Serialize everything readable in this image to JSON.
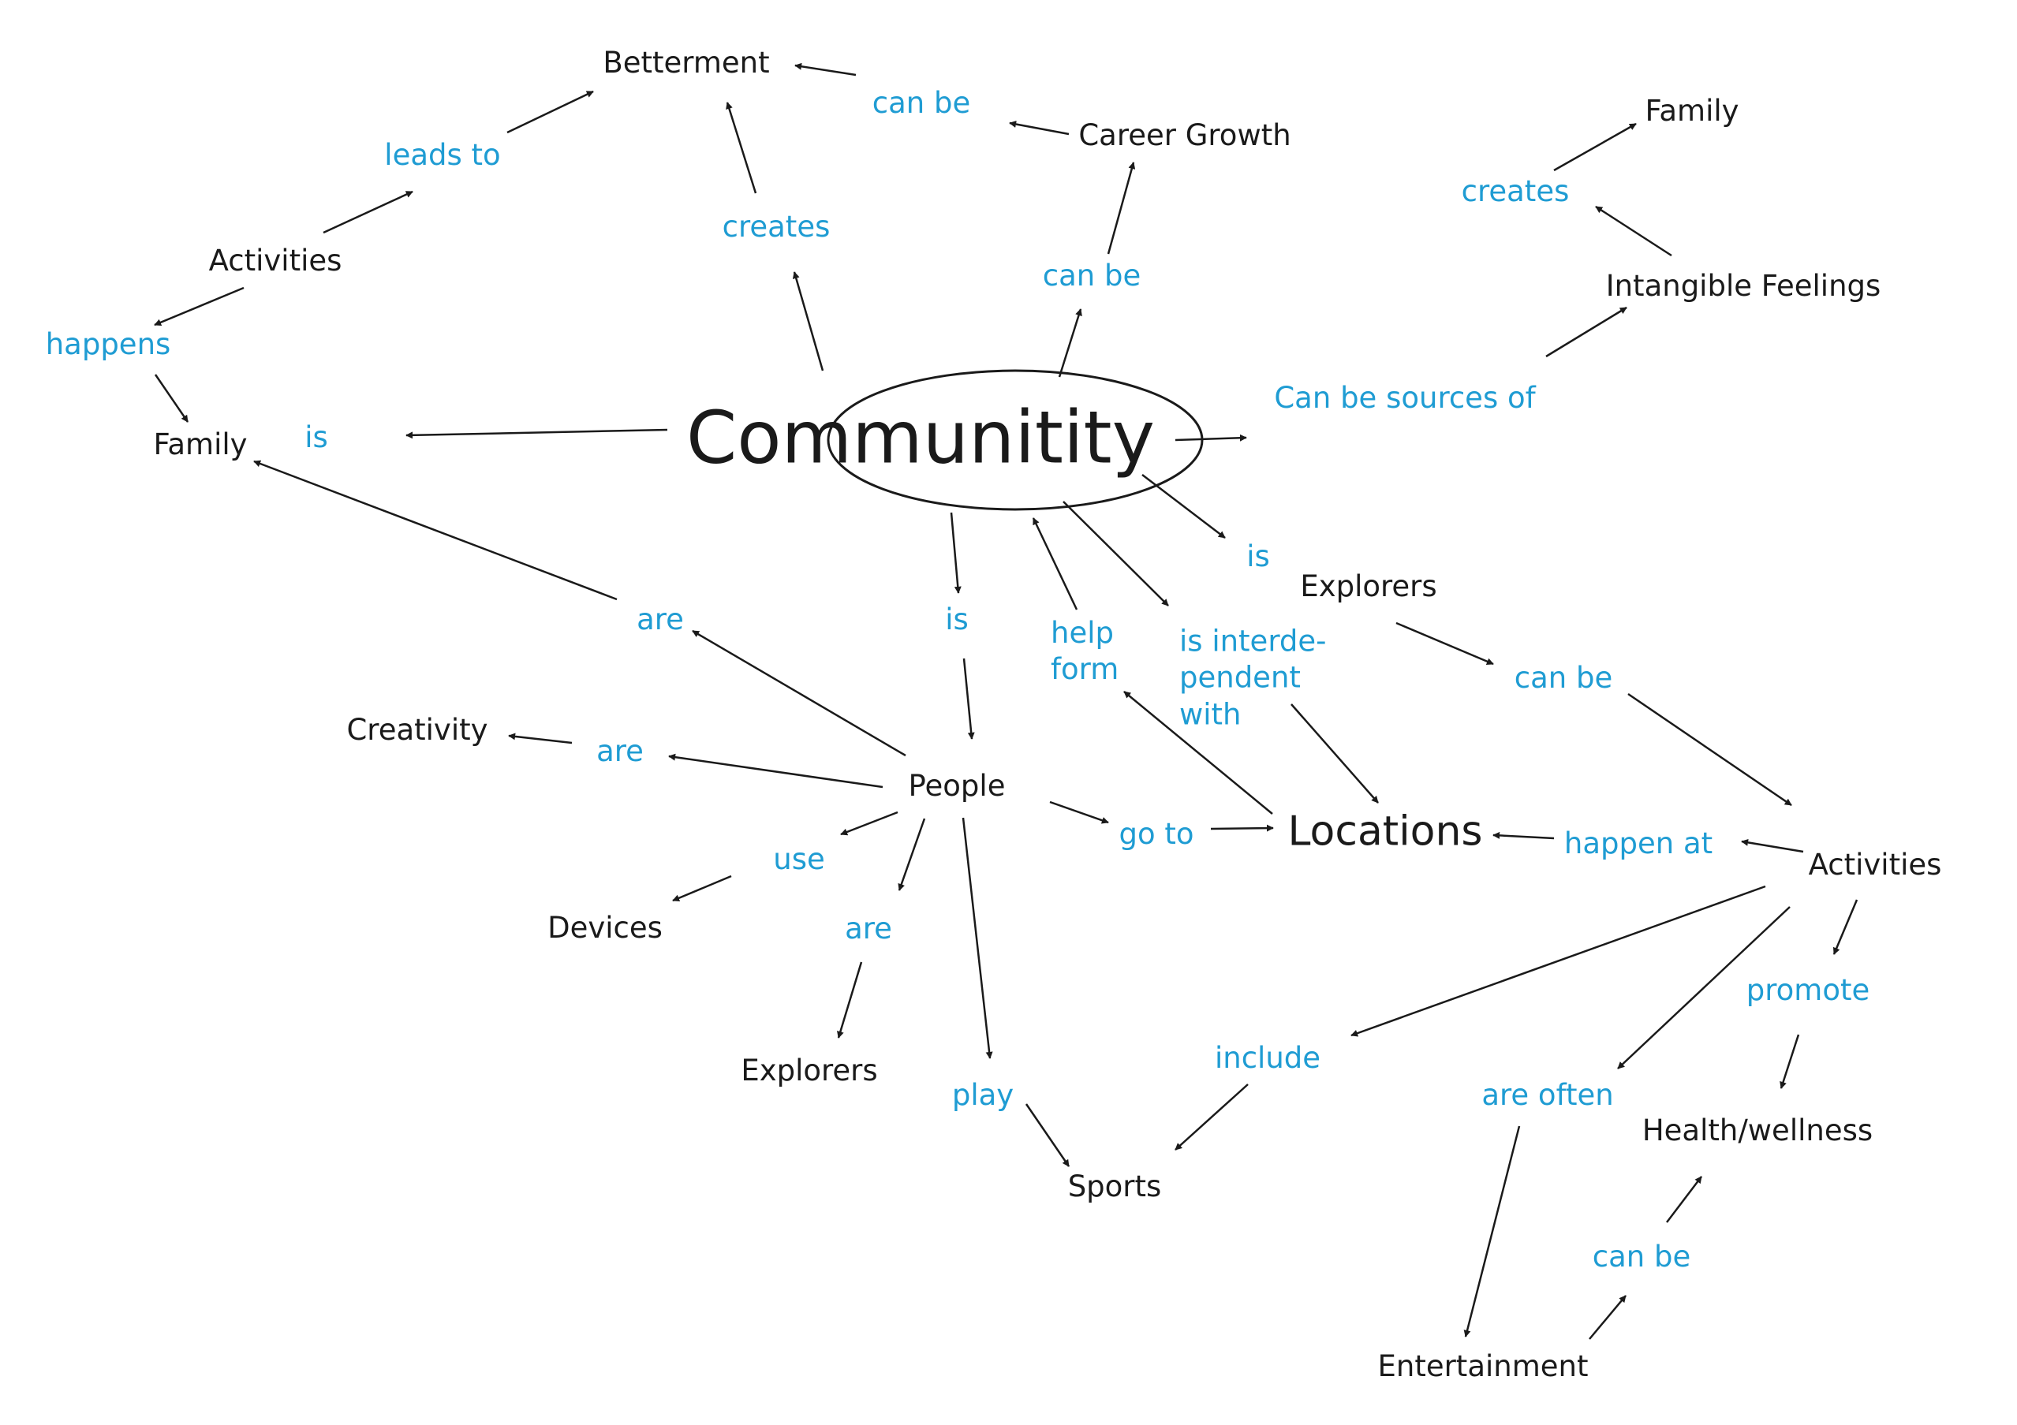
{
  "concepts": {
    "betterment": "Betterment",
    "career_growth": "Career Growth",
    "family_top_right": "Family",
    "intangible_feelings": "Intangible Feelings",
    "activities_left": "Activities",
    "family_left": "Family",
    "community": "Communitity",
    "explorers_right": "Explorers",
    "creativity": "Creativity",
    "people": "People",
    "locations": "Locations",
    "activities_right": "Activities",
    "devices": "Devices",
    "explorers_bottom": "Explorers",
    "sports": "Sports",
    "health_wellness": "Health/wellness",
    "entertainment": "Entertainment"
  },
  "links": {
    "leads_to": "leads to",
    "can_be_betterment": "can be",
    "creates_betterment": "creates",
    "can_be_career": "can be",
    "creates_family": "creates",
    "happens": "happens",
    "is_family": "is",
    "sources_of": "Can be sources of",
    "is_explorers": "is",
    "are_family": "are",
    "is_people": "is",
    "help_form": [
      "help",
      "form"
    ],
    "interdependent": [
      "is interde-",
      "pendent",
      "with"
    ],
    "can_be_activities": "can be",
    "are_creativity": "are",
    "go_to": "go to",
    "happen_at": "happen at",
    "use": "use",
    "are_explorers": "are",
    "promote": "promote",
    "include": "include",
    "play": "play",
    "are_often": "are often",
    "can_be_health": "can be"
  },
  "colors": {
    "concept_text": "#1a1a1a",
    "link_text": "#1f9cd3",
    "arrow": "#1a1a1a"
  }
}
